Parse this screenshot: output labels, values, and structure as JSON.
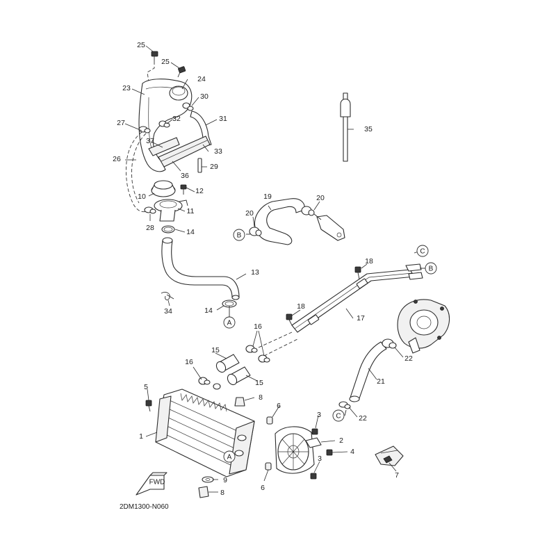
{
  "diagram_code": "2DM1300-N060",
  "fwd_label": "FWD",
  "refs": {
    "a": "A",
    "b": "B",
    "c": "C"
  },
  "callouts": {
    "c1": "1",
    "c2": "2",
    "c3a": "3",
    "c3b": "3",
    "c4": "4",
    "c5": "5",
    "c6a": "6",
    "c6b": "6",
    "c7": "7",
    "c8a": "8",
    "c8b": "8",
    "c9": "9",
    "c10": "10",
    "c11": "11",
    "c12": "12",
    "c13": "13",
    "c14a": "14",
    "c14b": "14",
    "c15a": "15",
    "c15b": "15",
    "c16a": "16",
    "c16b": "16",
    "c17": "17",
    "c18a": "18",
    "c18b": "18",
    "c19": "19",
    "c20a": "20",
    "c20b": "20",
    "c21": "21",
    "c22a": "22",
    "c22b": "22",
    "c23": "23",
    "c24": "24",
    "c25a": "25",
    "c25b": "25",
    "c26": "26",
    "c27": "27",
    "c28": "28",
    "c29": "29",
    "c30": "30",
    "c31": "31",
    "c32": "32",
    "c33": "33",
    "c34": "34",
    "c35": "35",
    "c36": "36",
    "c37": "37"
  }
}
